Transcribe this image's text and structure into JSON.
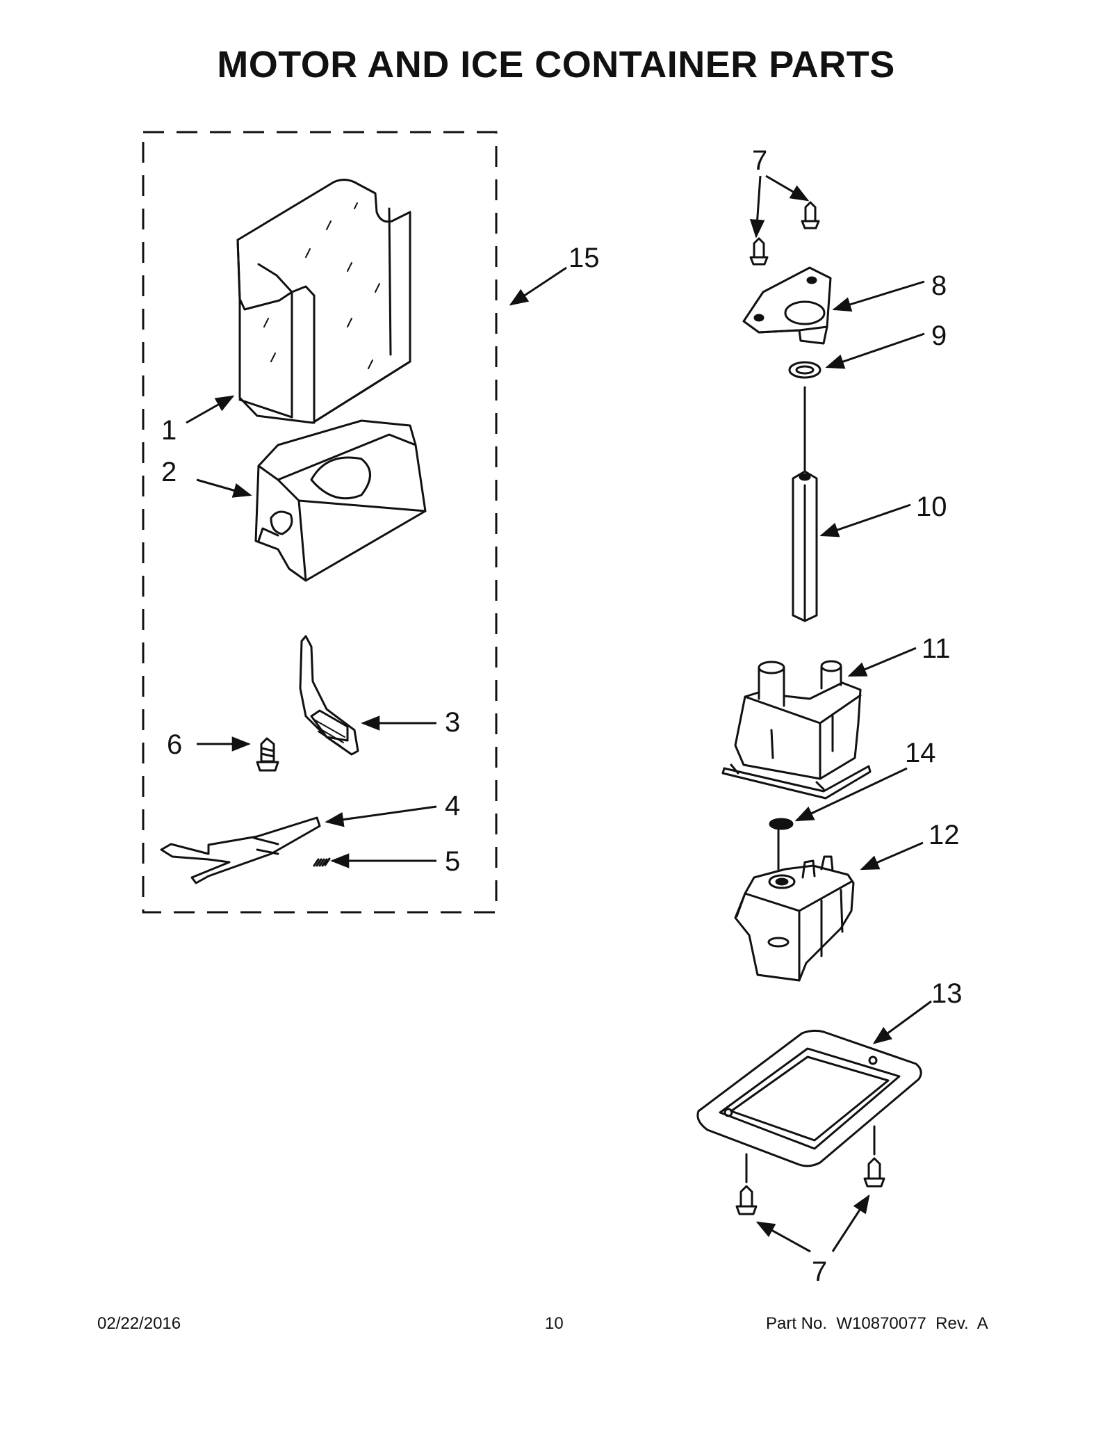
{
  "title": "MOTOR AND ICE CONTAINER PARTS",
  "callouts": {
    "c1": "1",
    "c2": "2",
    "c3": "3",
    "c4": "4",
    "c5": "5",
    "c6": "6",
    "c7a": "7",
    "c7b": "7",
    "c8": "8",
    "c9": "9",
    "c10": "10",
    "c11": "11",
    "c12": "12",
    "c13": "13",
    "c14": "14",
    "c15": "15"
  },
  "footer": {
    "date": "02/22/2016",
    "page": "10",
    "part_no": "Part No.  W10870077  Rev.  A"
  }
}
